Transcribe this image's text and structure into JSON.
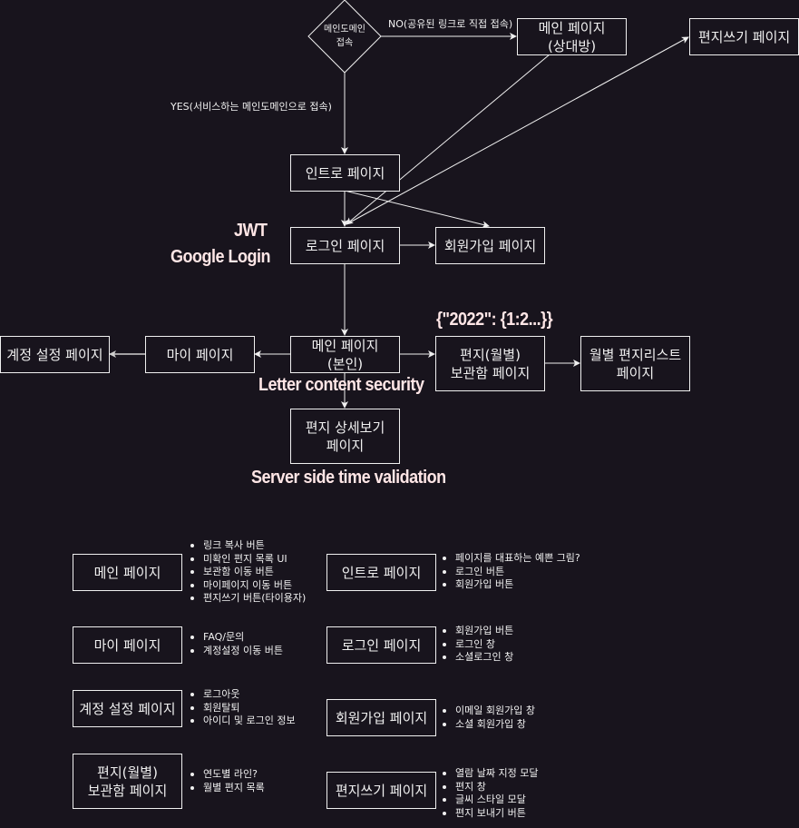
{
  "colors": {
    "background": "#18141d",
    "stroke": "#f0f0f0",
    "annotation": "#ffe6e6"
  },
  "flow": {
    "decision": {
      "label": "메인도메인\n접속"
    },
    "edge_labels": {
      "no": "NO(공유된 링크로 직접 접속)",
      "yes": "YES(서비스하는 메인도메인으로 접속)"
    },
    "nodes": {
      "main_other": "메인 페이지\n(상대방)",
      "write_letter": "편지쓰기 페이지",
      "intro": "인트로 페이지",
      "login": "로그인 페이지",
      "signup": "회원가입 페이지",
      "main_self": "메인 페이지\n(본인)",
      "my_page": "마이 페이지",
      "account_settings": "계정 설정 페이지",
      "archive": "편지(월별)\n보관함 페이지",
      "monthly_list": "월별 편지리스트\n페이지",
      "letter_detail": "편지 상세보기\n페이지"
    },
    "annotations": {
      "jwt": "JWT",
      "google_login": "Google Login",
      "json_sample": "{\"2022\": {1:2...}}",
      "letter_security": "Letter content security",
      "server_validation": "Server side time validation"
    }
  },
  "specs": [
    {
      "page": "메인 페이지",
      "items": [
        "링크 복사 버튼",
        "미확인 편지 목록 UI",
        "보관함 이동 버튼",
        "마이페이지 이동 버튼",
        "편지쓰기 버튼(타이용자)"
      ]
    },
    {
      "page": "인트로 페이지",
      "items": [
        "페이지를 대표하는 예쁜 그림?",
        "로그인 버튼",
        "회원가입 버튼"
      ]
    },
    {
      "page": "마이 페이지",
      "items": [
        "FAQ/문의",
        "계정설정 이동 버튼"
      ]
    },
    {
      "page": "로그인 페이지",
      "items": [
        "회원가입 버튼",
        "로그인 창",
        "소셜로그인 창"
      ]
    },
    {
      "page": "계정 설정 페이지",
      "items": [
        "로그아웃",
        "회원탈퇴",
        "아이디 및 로그인 정보"
      ]
    },
    {
      "page": "회원가입 페이지",
      "items": [
        "이메일 회원가입 창",
        "소셜 회원가입 창"
      ]
    },
    {
      "page": "편지(월별)\n보관함 페이지",
      "items": [
        "연도별 라인?",
        "월별 편지 목록"
      ]
    },
    {
      "page": "편지쓰기 페이지",
      "items": [
        "열람 날짜 지정 모달",
        "편지 창",
        "글씨 스타일 모달",
        "편지 보내기 버튼"
      ]
    }
  ]
}
